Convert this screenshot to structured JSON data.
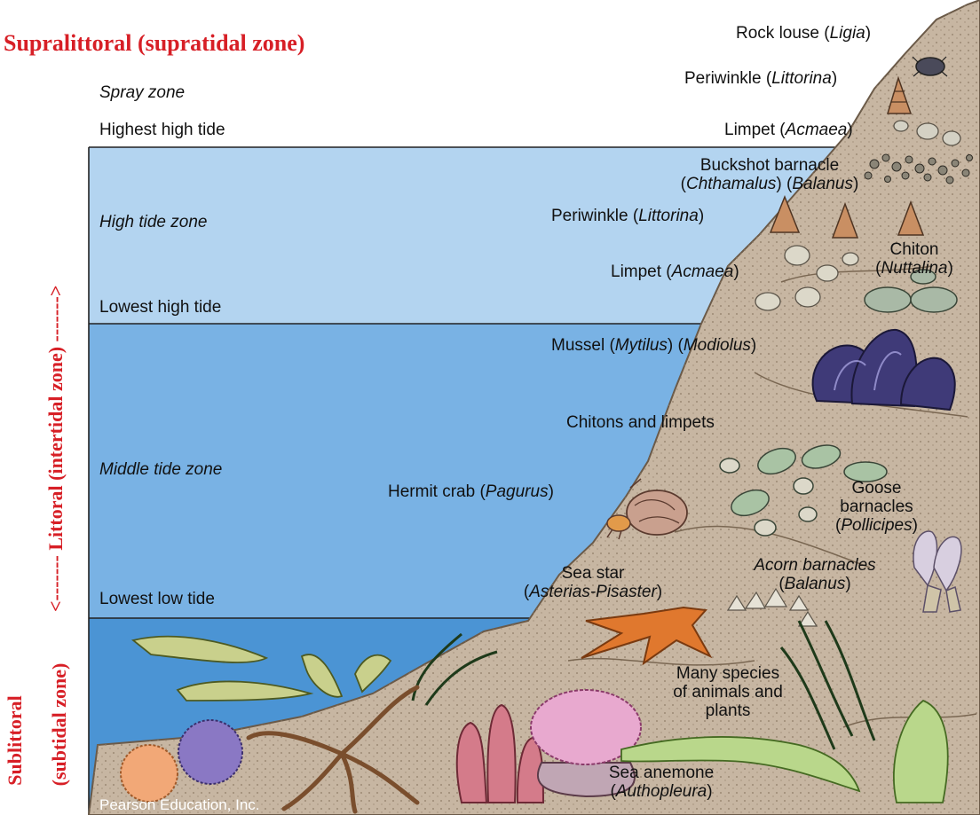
{
  "headers": {
    "supralittoral": "Supralittoral (supratidal zone)",
    "littoral": "<------- Littoral (intertidal zone) ------->",
    "sublittoral_1": "Sublittoral",
    "sublittoral_2": "(subtidal zone)"
  },
  "zones": {
    "spray": "Spray zone",
    "highest_high_tide": "Highest high tide",
    "high_tide_zone": "High tide zone",
    "lowest_high_tide": "Lowest high tide",
    "middle_tide_zone": "Middle tide zone",
    "lowest_low_tide": "Lowest low tide"
  },
  "organisms": {
    "rock_louse": {
      "name": "Rock louse (",
      "genus": "Ligia",
      "end": ")"
    },
    "periwinkle_top": {
      "name": "Periwinkle (",
      "genus": "Littorina",
      "end": ")"
    },
    "limpet_top": {
      "name": "Limpet (",
      "genus": "Acmaea",
      "end": ")"
    },
    "buckshot_1": "Buckshot barnacle",
    "buckshot_2": {
      "open": "(",
      "genus1": "Chthamalus",
      "mid": ") (",
      "genus2": "Balanus",
      "end": ")"
    },
    "periwinkle_mid": {
      "name": "Periwinkle (",
      "genus": "Littorina",
      "end": ")"
    },
    "chiton_1": "Chiton",
    "chiton_2": {
      "open": "(",
      "genus": "Nuttalina",
      "end": ")"
    },
    "limpet_mid": {
      "name": "Limpet (",
      "genus": "Acmaea",
      "end": ")"
    },
    "mussel": {
      "name": "Mussel (",
      "genus1": "Mytilus",
      "mid": ") (",
      "genus2": "Modiolus",
      "end": ")"
    },
    "chitons_limpets": "Chitons and limpets",
    "hermit_crab": {
      "name": "Hermit crab (",
      "genus": "Pagurus",
      "end": ")"
    },
    "goose_1": "Goose",
    "goose_2": "barnacles",
    "goose_3": {
      "open": "(",
      "genus": "Pollicipes",
      "end": ")"
    },
    "sea_star_1": "Sea star",
    "sea_star_2": {
      "open": "(",
      "genus": "Asterias-Pisaster",
      "end": ")"
    },
    "acorn_1": "Acorn barnacles",
    "acorn_2": {
      "open": "(",
      "genus": "Balanus",
      "end": ")"
    },
    "many_species_1": "Many species",
    "many_species_2": "of animals and",
    "many_species_3": "plants",
    "anemone_1": "Sea anemone",
    "anemone_2": {
      "open": "(",
      "genus": "Authopleura",
      "end": ")"
    }
  },
  "credit": "Pearson Education, Inc.",
  "colors": {
    "header_red": "#d71f26",
    "high_zone": "#b3d4f0",
    "middle_zone": "#79b2e4",
    "low_zone": "#4b94d4",
    "rock": "#c7b6a2",
    "mussel": "#3f3a78",
    "sea_star": "#e0782e"
  }
}
